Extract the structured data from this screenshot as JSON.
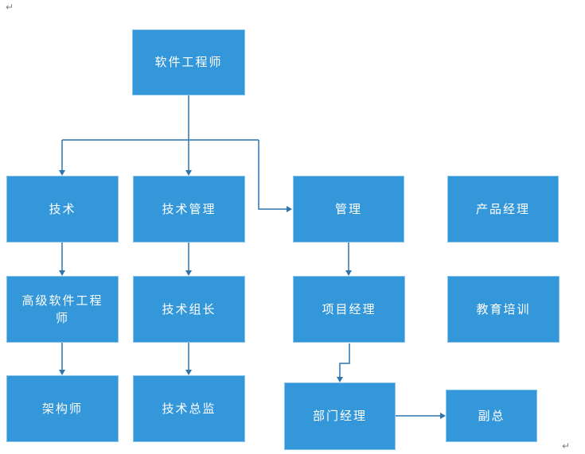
{
  "diagram": {
    "type": "flowchart",
    "title_hint": "software engineer career path org chart",
    "paragraph_mark": "↵",
    "colors": {
      "node_fill": "#3397DA",
      "node_border": "#87C4EB",
      "node_text": "#FFFFFF",
      "connector": "#2E74AD",
      "paragraph_mark": "#808080",
      "background": "#FFFFFF"
    },
    "nodes": [
      {
        "id": "software-engineer",
        "label": "软件工程师"
      },
      {
        "id": "tech",
        "label": "技术"
      },
      {
        "id": "tech-management",
        "label": "技术管理"
      },
      {
        "id": "management",
        "label": "管理"
      },
      {
        "id": "product-manager",
        "label": "产品经理"
      },
      {
        "id": "senior-software-engineer",
        "label": "高级软件工程师"
      },
      {
        "id": "tech-lead",
        "label": "技术组长"
      },
      {
        "id": "project-manager",
        "label": "项目经理"
      },
      {
        "id": "education-training",
        "label": "教育培训"
      },
      {
        "id": "architect",
        "label": "架构师"
      },
      {
        "id": "tech-director",
        "label": "技术总监"
      },
      {
        "id": "department-manager",
        "label": "部门经理"
      },
      {
        "id": "vice-president",
        "label": "副总"
      }
    ],
    "edges": [
      {
        "from": "software-engineer",
        "to": "tech"
      },
      {
        "from": "software-engineer",
        "to": "tech-management"
      },
      {
        "from": "software-engineer",
        "to": "management"
      },
      {
        "from": "tech",
        "to": "senior-software-engineer"
      },
      {
        "from": "tech-management",
        "to": "tech-lead"
      },
      {
        "from": "management",
        "to": "project-manager"
      },
      {
        "from": "senior-software-engineer",
        "to": "architect"
      },
      {
        "from": "tech-lead",
        "to": "tech-director"
      },
      {
        "from": "project-manager",
        "to": "department-manager"
      },
      {
        "from": "department-manager",
        "to": "vice-president"
      }
    ]
  }
}
